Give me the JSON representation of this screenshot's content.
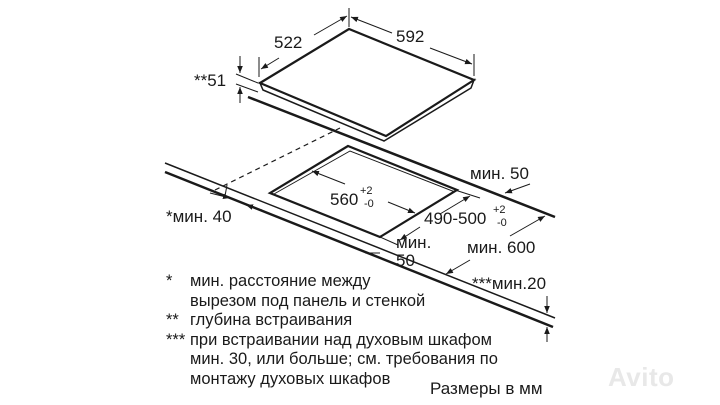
{
  "dimensions": {
    "hob_depth": "522",
    "hob_width": "592",
    "hob_height": "**51",
    "cutout_width": "560",
    "cutout_width_tol_plus": "+2",
    "cutout_width_tol_minus": "-0",
    "cutout_depth": "490-500",
    "cutout_depth_tol_plus": "+2",
    "cutout_depth_tol_minus": "-0",
    "min_back": "мин. 50",
    "min_side": "*мин. 40",
    "min_front_line1": "мин.",
    "min_front_line2": "50",
    "min_worktop": "мин. 600",
    "min_below": "***мин.20"
  },
  "legend": [
    {
      "marker": "*",
      "text": "мин. расстояние между"
    },
    {
      "marker": "",
      "text": "вырезом под панель и стенкой"
    },
    {
      "marker": "**",
      "text": "глубина встраивания"
    },
    {
      "marker": "***",
      "text": "при встраивании над духовым шкафом"
    },
    {
      "marker": "",
      "text": "мин. 30, или больше; см. требования по"
    },
    {
      "marker": "",
      "text": "монтажу духовых шкафов"
    }
  ],
  "units_note": "Размеры в мм",
  "watermark": "Avito"
}
